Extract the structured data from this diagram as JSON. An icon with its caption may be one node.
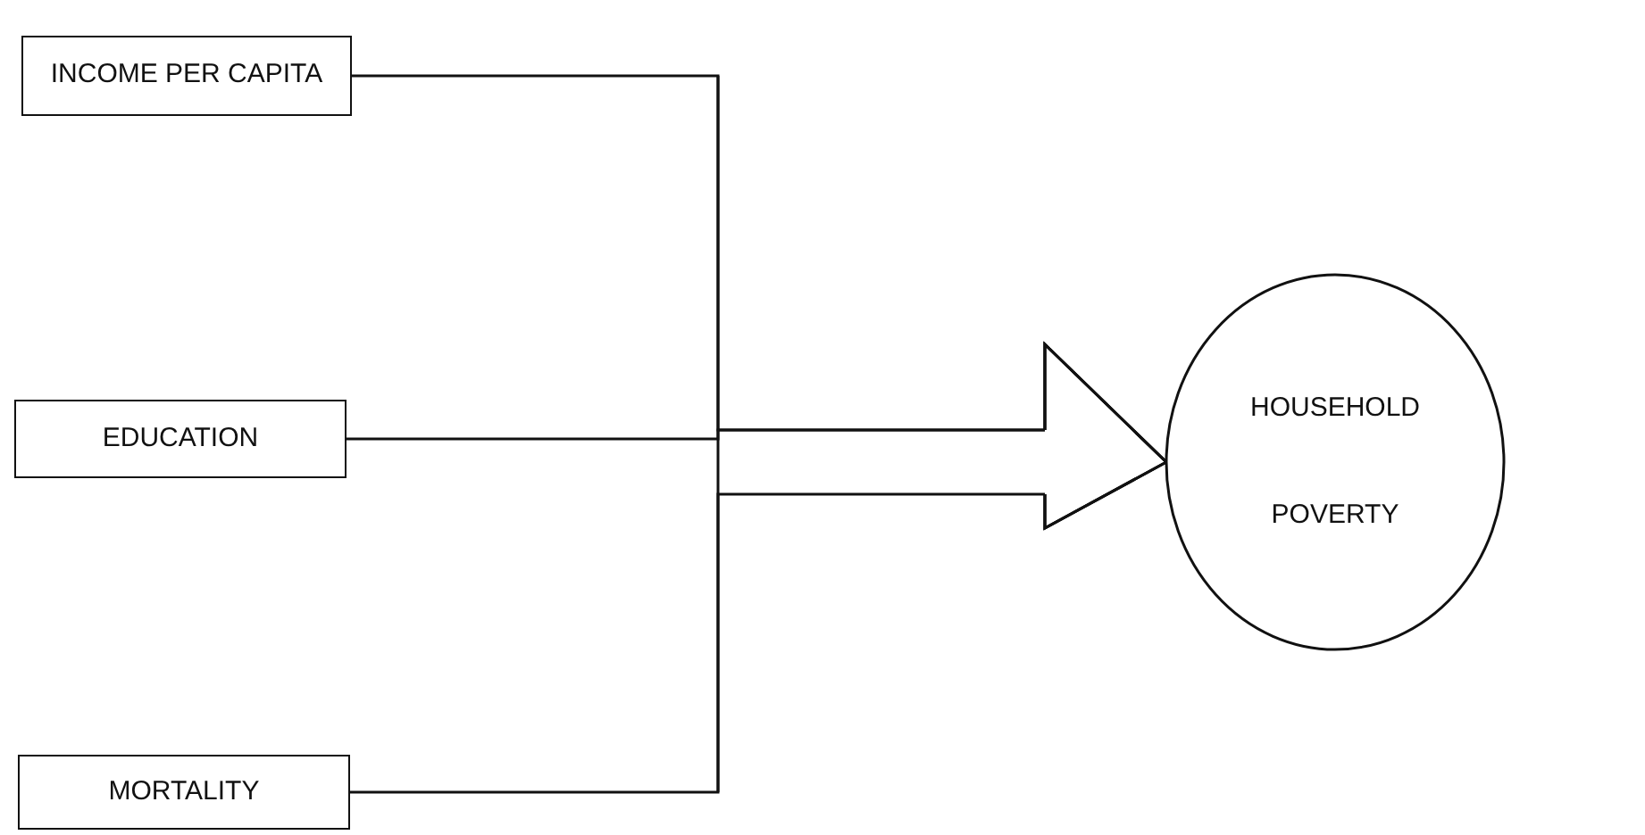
{
  "diagram": {
    "nodes": [
      {
        "text": [
          "INCOME PER CAPITA"
        ]
      },
      {
        "text": [
          "EDUCATION"
        ]
      },
      {
        "text": [
          "MORTALITY"
        ]
      },
      {
        "text": [
          "HOUSEHOLD POVERTY"
        ]
      }
    ],
    "edges": [
      {
        "from": 0,
        "to": 3,
        "arrow": "to"
      },
      {
        "from": 1,
        "to": 3,
        "arrow": "to"
      },
      {
        "from": 2,
        "to": 3,
        "arrow": "to"
      }
    ]
  }
}
